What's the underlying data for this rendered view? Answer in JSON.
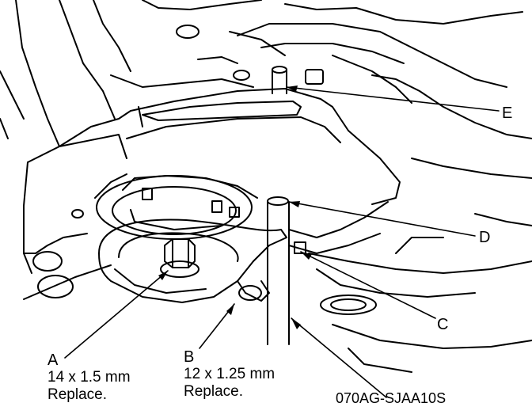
{
  "callouts": {
    "a": {
      "letter": "A",
      "spec": "14 x 1.5 mm",
      "note": "Replace."
    },
    "b": {
      "letter": "B",
      "spec": "12 x 1.25 mm",
      "note": "Replace."
    },
    "c": {
      "letter": "C"
    },
    "d": {
      "letter": "D"
    },
    "e": {
      "letter": "E"
    }
  },
  "figure_code": "070AG-SJAA10S",
  "colors": {
    "ink": "#000000",
    "paper": "#ffffff"
  }
}
